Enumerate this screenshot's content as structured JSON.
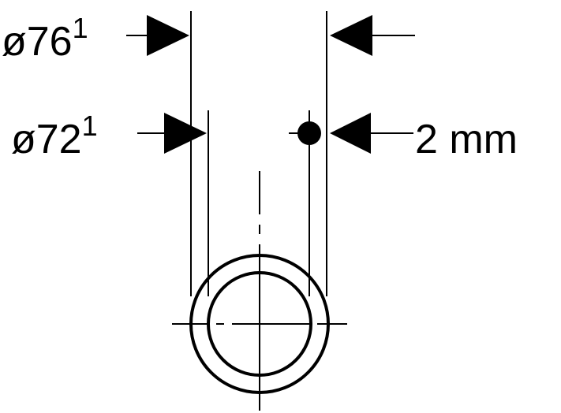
{
  "labels": {
    "outer_diameter": {
      "symbol": "ø76",
      "superscript": "1"
    },
    "inner_diameter": {
      "symbol": "ø72",
      "superscript": "1"
    },
    "offset": "2 mm"
  },
  "colors": {
    "line": "#000000",
    "background": "#ffffff"
  }
}
